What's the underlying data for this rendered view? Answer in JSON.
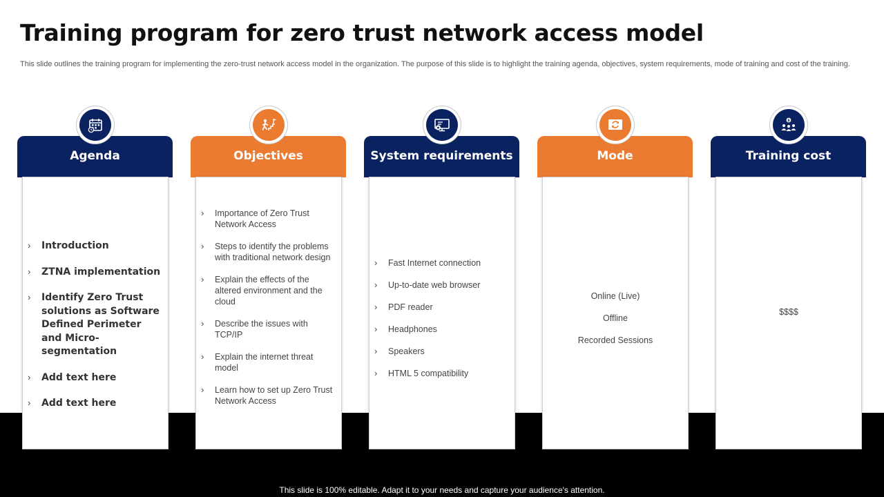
{
  "title": "Training program for zero trust network access model",
  "subtitle": "This slide outlines the training program for implementing the zero-trust network access model in the organization. The purpose of this slide is to highlight the training agenda, objectives, system requirements, mode of training and cost of the training.",
  "footer": "This slide is 100% editable. Adapt it to your needs and capture your audience's attention.",
  "colors": {
    "navy": "#0b2261",
    "orange": "#ea7b31",
    "band": "#000000"
  },
  "bullet_glyph": "›",
  "columns": [
    {
      "heading": "Agenda",
      "icon": "calendar-icon",
      "color": "navy",
      "items": [
        "Introduction",
        "ZTNA implementation",
        "Identify Zero Trust solutions as Software Defined Perimeter and Micro-segmentation",
        "Add text here",
        "Add text here"
      ]
    },
    {
      "heading": "Objectives",
      "icon": "goal-climb-icon",
      "color": "orange",
      "items": [
        "Importance of Zero Trust Network Access",
        "Steps to identify the problems with traditional network design",
        "Explain the effects of the altered environment  and the cloud",
        "Describe the issues with TCP/IP",
        "Explain the internet threat model",
        "Learn how to set up Zero Trust Network Access"
      ]
    },
    {
      "heading": "System requirements",
      "icon": "monitor-settings-icon",
      "color": "navy",
      "items": [
        "Fast Internet  connection",
        "Up-to-date  web browser",
        "PDF reader",
        "Headphones",
        "Speakers",
        "HTML  5 compatibility"
      ]
    },
    {
      "heading": "Mode",
      "icon": "sync-screen-icon",
      "color": "orange",
      "items": [
        "Online (Live)",
        "Offline",
        "Recorded Sessions"
      ]
    },
    {
      "heading": "Training cost",
      "icon": "group-cost-icon",
      "color": "navy",
      "value": "$$$$"
    }
  ]
}
